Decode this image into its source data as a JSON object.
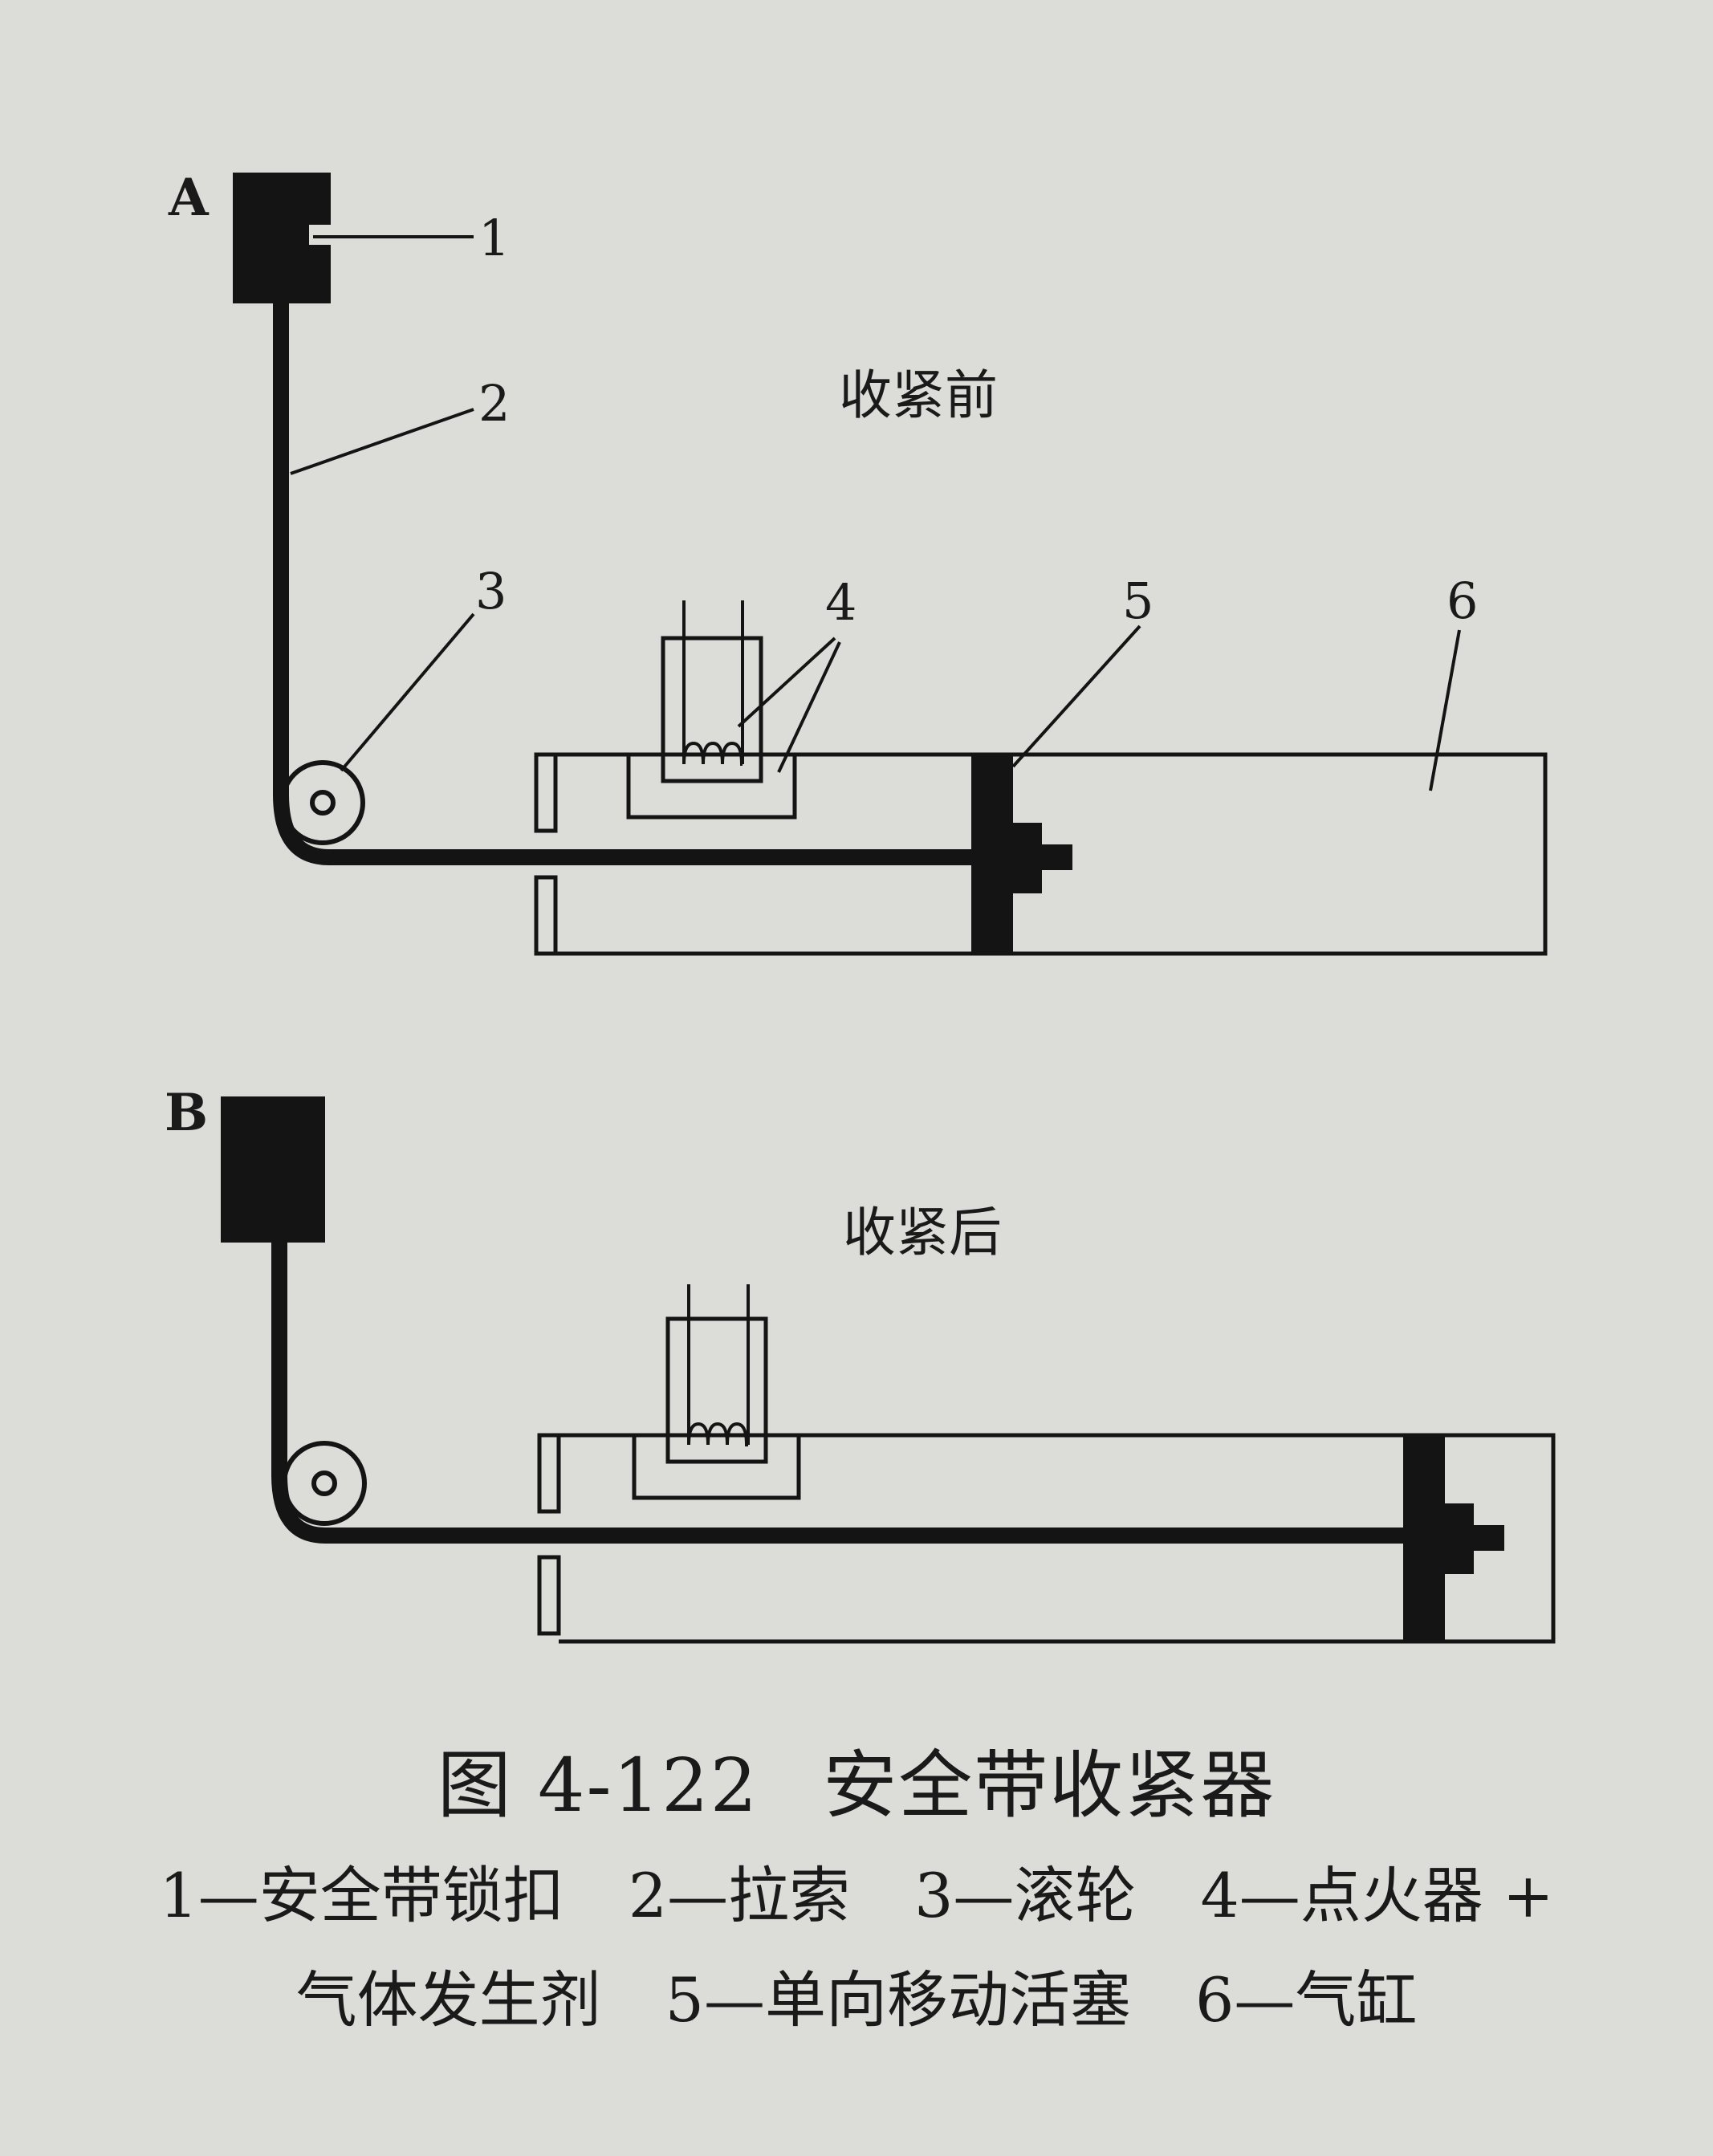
{
  "figure": {
    "panel_a": {
      "letter": "A",
      "state_label": "收紧前",
      "callouts": [
        "1",
        "2",
        "3",
        "4",
        "5",
        "6"
      ]
    },
    "panel_b": {
      "letter": "B",
      "state_label": "收紧后"
    },
    "caption": {
      "title": "图 4-122",
      "title_name": "安全带收紧器",
      "legend": [
        "1—安全带锁扣",
        "2—拉索",
        "3—滚轮",
        "4—点火器 +",
        "气体发生剂",
        "5—单向移动活塞",
        "6—气缸"
      ]
    }
  }
}
